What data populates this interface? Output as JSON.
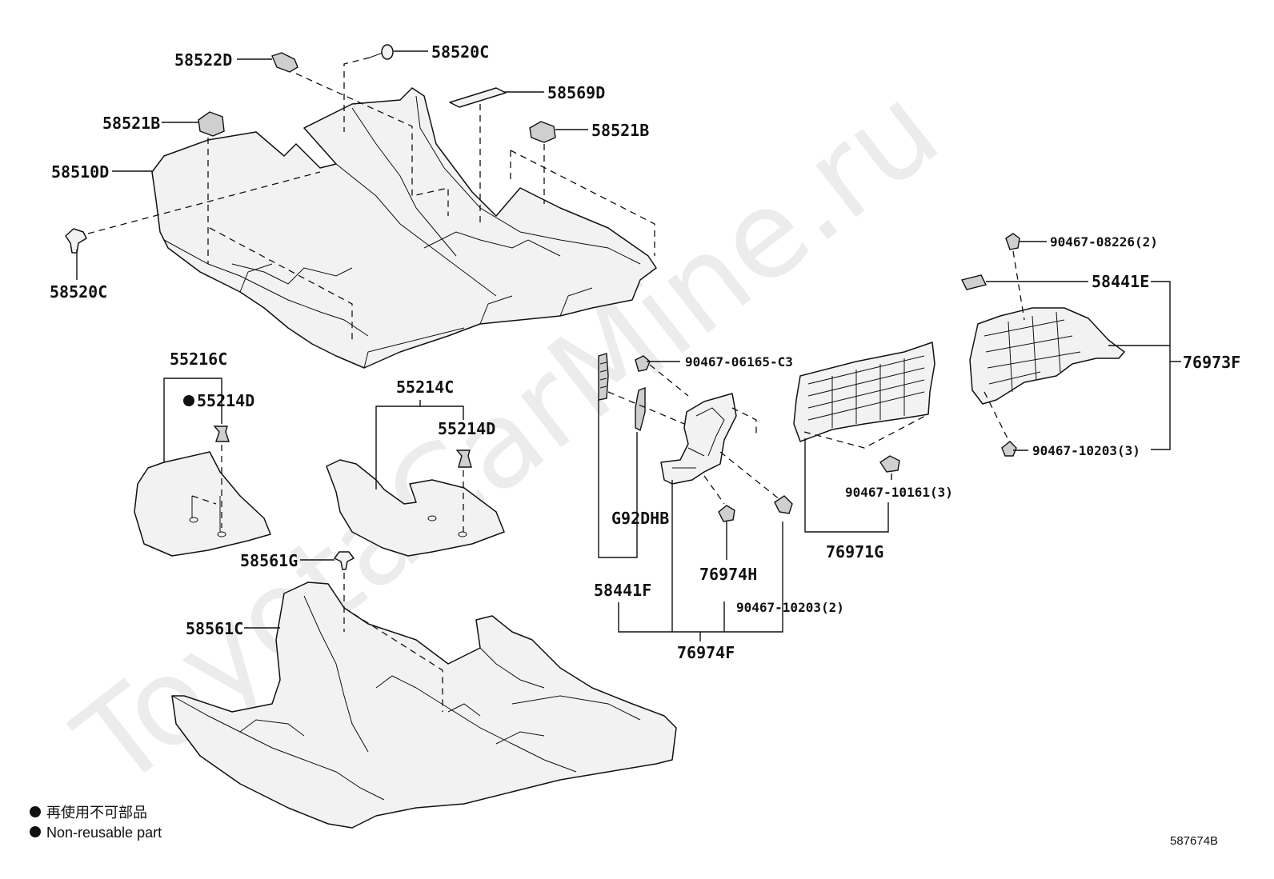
{
  "watermark": "ToyotaCarMine.ru",
  "labels": {
    "p58522D": "58522D",
    "p58520C_top": "58520C",
    "p58569D": "58569D",
    "p58521B_left": "58521B",
    "p58521B_right": "58521B",
    "p58510D": "58510D",
    "p58520C_bottom": "58520C",
    "p55216C": "55216C",
    "p55214D_left": "55214D",
    "p55214C": "55214C",
    "p55214D_right": "55214D",
    "p58561G": "58561G",
    "p58561C": "58561C",
    "p90467_06165": "90467-06165-C3",
    "pG92DHB": "G92DHB",
    "p58441F": "58441F",
    "p76974H": "76974H",
    "p90467_10203_2": "90467-10203(2)",
    "p76974F": "76974F",
    "p90467_10161": "90467-10161(3)",
    "p76971G": "76971G",
    "p90467_08226": "90467-08226(2)",
    "p58441E": "58441E",
    "p76973F": "76973F",
    "p90467_10203_3": "90467-10203(3)"
  },
  "legend": {
    "jp": "再使用不可部品",
    "en": "Non-reusable part"
  },
  "diagram_code": "587674B"
}
